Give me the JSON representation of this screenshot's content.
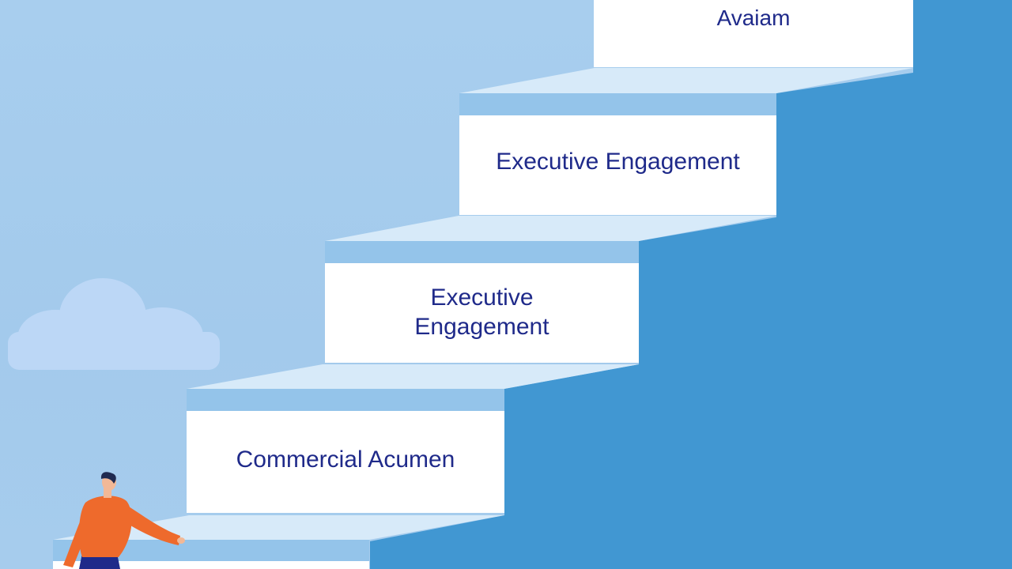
{
  "staircase": {
    "steps": [
      {
        "label": ""
      },
      {
        "label": "Commercial Acumen"
      },
      {
        "label": "Executive\nEngagement"
      },
      {
        "label": "Executive Engagement"
      },
      {
        "label": "Avaiam"
      }
    ]
  },
  "colors": {
    "sky": "#a8ceee",
    "wall": "#4197d2",
    "step_face": "#ffffff",
    "step_riser": "#94c4ea",
    "step_tread": "#d6e9f9",
    "text": "#1f2a8a",
    "shirt": "#ee6a2c",
    "pants": "#1f2a8a"
  },
  "illustration": {
    "person_icon": "person-climbing-icon",
    "cloud_icon": "cloud-icon"
  }
}
